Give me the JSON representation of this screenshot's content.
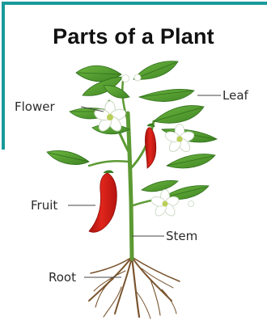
{
  "title": "Parts of a Plant",
  "labels": {
    "flower": "Flower",
    "leaf": "Leaf",
    "fruit": "Fruit",
    "stem": "Stem",
    "root": "Root"
  },
  "colors": {
    "frame": "#1b9a9a",
    "leaf": "#4f9b2c",
    "leaf_dark": "#2f6e1a",
    "stem": "#5c9a33",
    "fruit": "#d21d16",
    "petal": "#ffffff",
    "root": "#7a5530"
  }
}
